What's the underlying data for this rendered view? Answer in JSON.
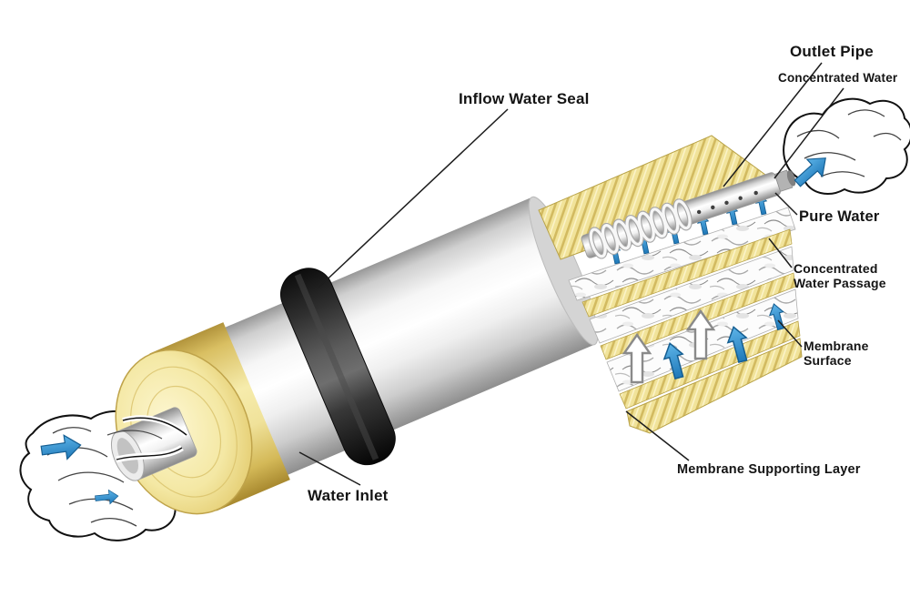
{
  "diagram": {
    "labels": {
      "outlet_pipe": "Outlet Pipe",
      "concentrated_water": "Concentrated Water",
      "inflow_water_seal": "Inflow Water Seal",
      "pure_water": "Pure Water",
      "concentrated_water_passage_1": "Concentrated",
      "concentrated_water_passage_2": "Water Passage",
      "membrane_surface_1": "Membrane",
      "membrane_surface_2": "Surface",
      "membrane_supporting_layer": "Membrane Supporting Layer",
      "water_inlet": "Water Inlet"
    },
    "colors": {
      "membrane_yellow": "#f1e39a",
      "flow_arrow_blue": "#2e8fd0",
      "seal_black": "#141414",
      "label_text": "#141414",
      "background": "#ffffff"
    }
  }
}
